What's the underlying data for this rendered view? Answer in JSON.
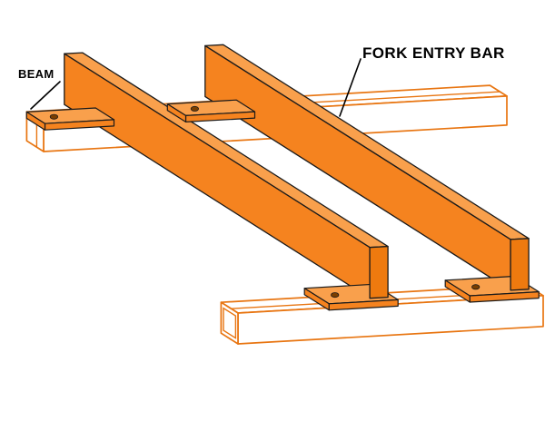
{
  "figure": {
    "type": "isometric-parts-diagram",
    "subject": "fork entry bars mounted across two rack beams",
    "background": "#FFFFFF",
    "annotations": {
      "fork_entry_bar": {
        "label": "FORK ENTRY BAR"
      },
      "beam": {
        "label": "BEAM"
      }
    },
    "colors": {
      "part_fill": "#F5831F",
      "part_fill_light": "#F9A04C",
      "part_fill_dark": "#EE7A0F",
      "part_outline": "#1A1A1A",
      "beam_outline": "#E87511",
      "beam_fill": "#FFFFFF",
      "bolt_hole": "#7A3E00",
      "label_color": "#000000"
    }
  }
}
